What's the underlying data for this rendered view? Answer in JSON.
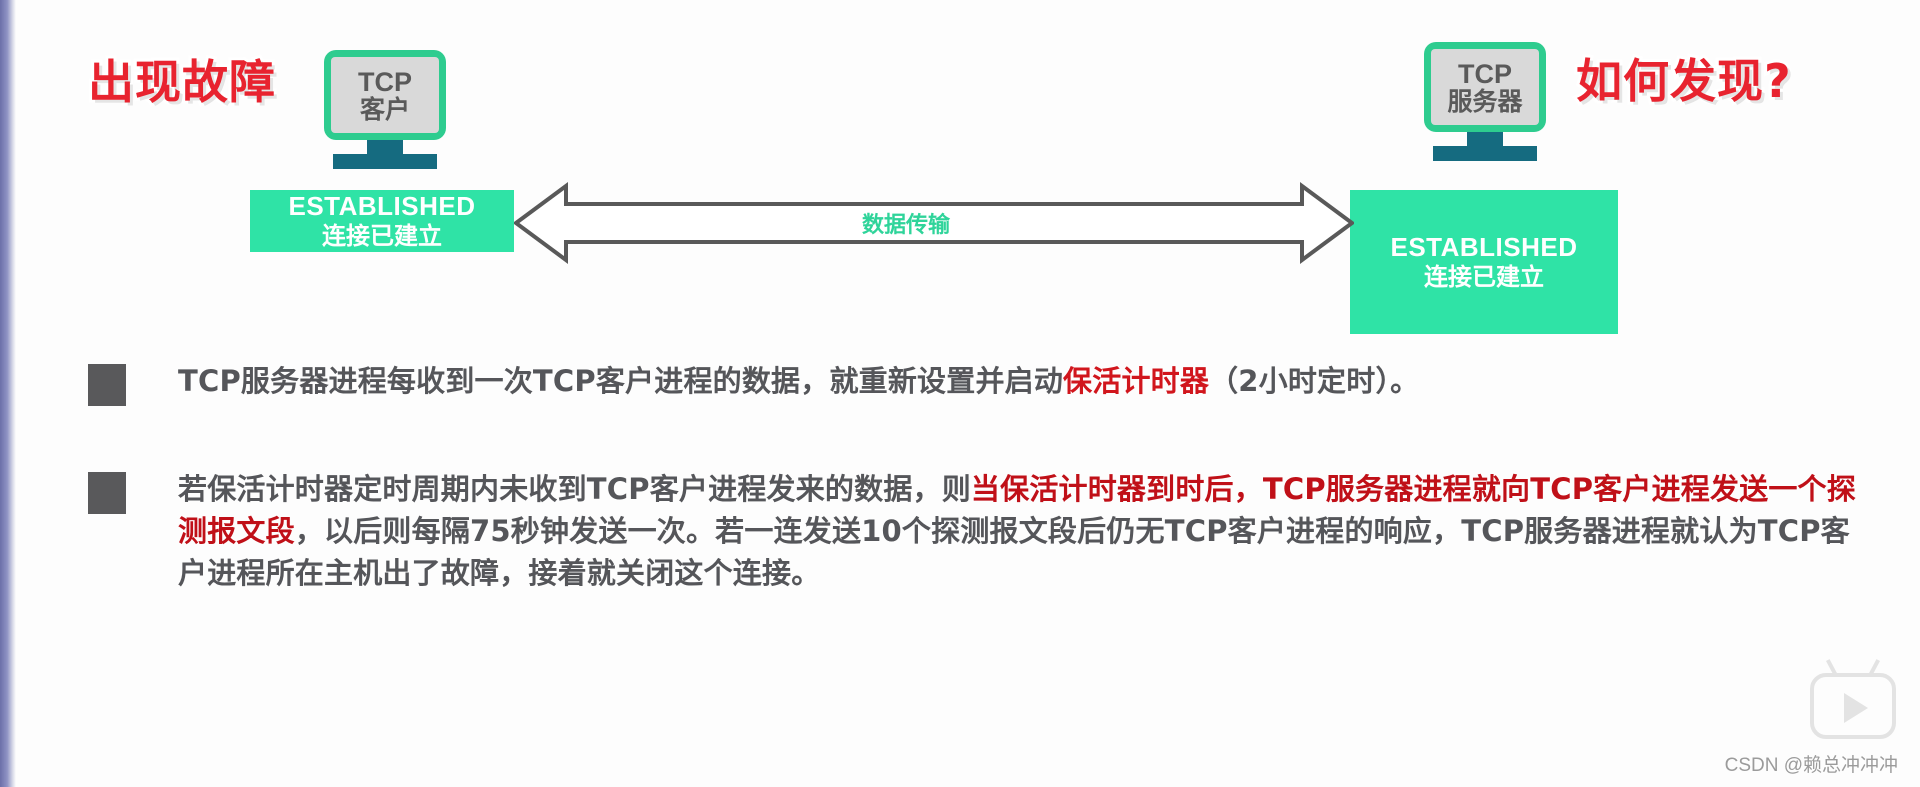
{
  "diagram": {
    "callout_left": "出现故障",
    "callout_right": "如何发现?",
    "client": {
      "line1": "TCP",
      "line2": "客户"
    },
    "server": {
      "line1": "TCP",
      "line2": "服务器"
    },
    "state_left": {
      "en": "ESTABLISHED",
      "cn": "连接已建立"
    },
    "state_right": {
      "en": "ESTABLISHED",
      "cn": "连接已建立"
    },
    "arrow_label": "数据传输"
  },
  "bullets": [
    {
      "parts": [
        {
          "text": "TCP服务器进程每收到一次TCP客户进程的数据，就重新设置并启动",
          "style": "normal"
        },
        {
          "text": "保活计时器",
          "style": "red"
        },
        {
          "text": "（2小时定时）。",
          "style": "normal"
        }
      ]
    },
    {
      "parts": [
        {
          "text": "若保活计时器定时周期内未收到TCP客户进程发来的数据，则",
          "style": "normal"
        },
        {
          "text": "当保活计时器到时后，TCP服务器进程就向TCP客户进程发送一个探测报文段",
          "style": "red"
        },
        {
          "text": "，以后则每隔75秒钟发送一次。若一连发送10个探测报文段后仍无TCP客户进程的响应，TCP服务器进程就认为TCP客户进程所在主机出了故障，接着就关闭这个连接。",
          "style": "normal"
        }
      ]
    }
  ],
  "watermark": {
    "text": "CSDN @赖总冲冲冲",
    "logo_name": "bilibili-tv-logo"
  },
  "colors": {
    "accent_green": "#2fe3a6",
    "icon_green": "#2ecc8f",
    "stand_blue": "#156b80",
    "red": "#e8232f",
    "text_gray": "#55565a",
    "bullet_gray": "#59595b"
  }
}
